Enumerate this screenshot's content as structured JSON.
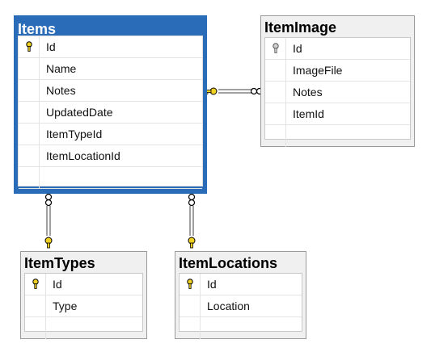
{
  "tables": {
    "items": {
      "title": "Items",
      "columns": [
        "Id",
        "Name",
        "Notes",
        "UpdatedDate",
        "ItemTypeId",
        "ItemLocationId"
      ],
      "key_column": "Id"
    },
    "itemimage": {
      "title": "ItemImage",
      "columns": [
        "Id",
        "ImageFile",
        "Notes",
        "ItemId"
      ],
      "key_column": "Id"
    },
    "itemtypes": {
      "title": "ItemTypes",
      "columns": [
        "Id",
        "Type"
      ],
      "key_column": "Id"
    },
    "itemlocations": {
      "title": "ItemLocations",
      "columns": [
        "Id",
        "Location"
      ],
      "key_column": "Id"
    }
  },
  "relationships": [
    {
      "from": "ItemImage",
      "to": "Items",
      "one_end": "Items",
      "many_end": "ItemImage"
    },
    {
      "from": "Items",
      "to": "ItemTypes",
      "one_end": "ItemTypes",
      "many_end": "Items"
    },
    {
      "from": "Items",
      "to": "ItemLocations",
      "one_end": "ItemLocations",
      "many_end": "Items"
    }
  ],
  "colors": {
    "selected_border": "#2a6cb8",
    "key_icon": "#f0d020",
    "connector": "#808080"
  },
  "icons": {
    "primary_key": "key-icon",
    "one_end": "key-icon",
    "many_end": "infinity-icon"
  }
}
